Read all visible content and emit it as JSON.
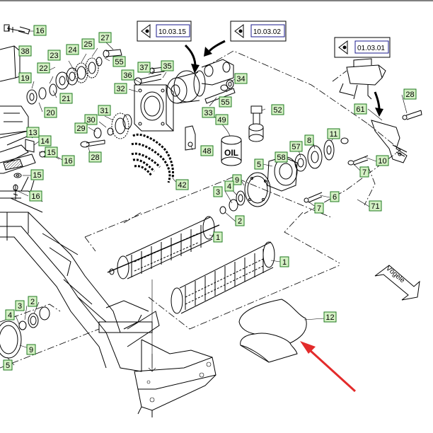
{
  "callouts": [
    {
      "label": "16"
    },
    {
      "label": "38"
    },
    {
      "label": "23"
    },
    {
      "label": "24"
    },
    {
      "label": "25"
    },
    {
      "label": "27"
    },
    {
      "label": "55"
    },
    {
      "label": "22"
    },
    {
      "label": "19"
    },
    {
      "label": "21"
    },
    {
      "label": "20"
    },
    {
      "label": "37"
    },
    {
      "label": "35"
    },
    {
      "label": "36"
    },
    {
      "label": "32"
    },
    {
      "label": "34"
    },
    {
      "label": "55"
    },
    {
      "label": "33"
    },
    {
      "label": "52"
    },
    {
      "label": "49"
    },
    {
      "label": "31"
    },
    {
      "label": "30"
    },
    {
      "label": "29"
    },
    {
      "label": "13"
    },
    {
      "label": "14"
    },
    {
      "label": "15"
    },
    {
      "label": "28"
    },
    {
      "label": "16"
    },
    {
      "label": "48"
    },
    {
      "label": "42"
    },
    {
      "label": "15"
    },
    {
      "label": "16"
    },
    {
      "label": "61"
    },
    {
      "label": "28"
    },
    {
      "label": "11"
    },
    {
      "label": "8"
    },
    {
      "label": "57"
    },
    {
      "label": "58"
    },
    {
      "label": "5"
    },
    {
      "label": "10"
    },
    {
      "label": "7"
    },
    {
      "label": "9"
    },
    {
      "label": "4"
    },
    {
      "label": "3"
    },
    {
      "label": "6"
    },
    {
      "label": "7"
    },
    {
      "label": "71"
    },
    {
      "label": "2"
    },
    {
      "label": "1"
    },
    {
      "label": "1"
    },
    {
      "label": "2"
    },
    {
      "label": "3"
    },
    {
      "label": "4"
    },
    {
      "label": "9"
    },
    {
      "label": "5"
    },
    {
      "label": "12"
    }
  ],
  "references": [
    {
      "code": "10.03.15"
    },
    {
      "code": "10.03.02"
    },
    {
      "code": "01.03.01"
    }
  ],
  "oil_label": "OIL",
  "direction_label": "Vögele",
  "colors": {
    "callout_fill": "#d4f0c4",
    "callout_border": "#1f7a1f",
    "ref_border": "#1a1a8c",
    "arrow": "#e32b2b",
    "line": "#000000"
  }
}
